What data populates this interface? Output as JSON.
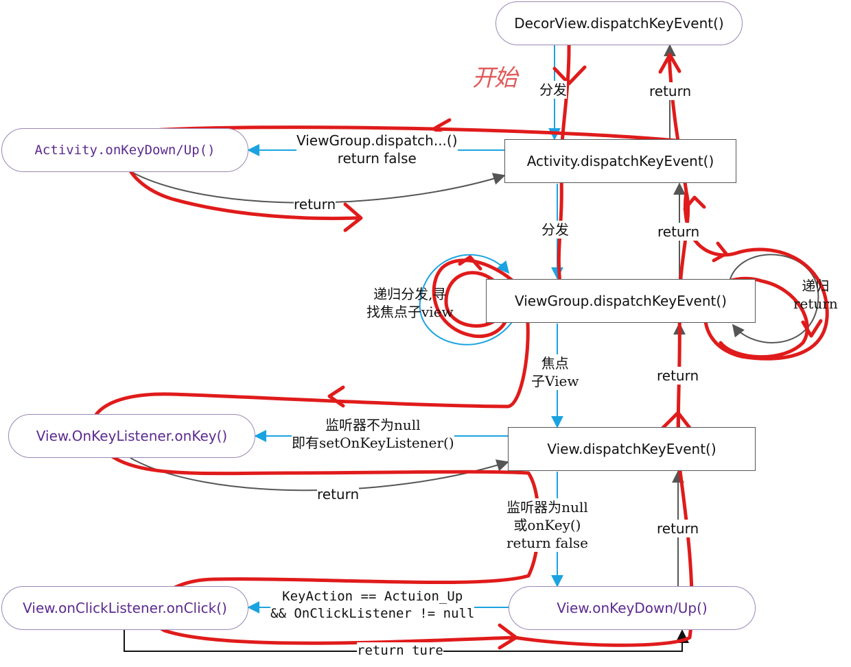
{
  "nodes": {
    "decor_view": "DecorView.dispatchKeyEvent()",
    "activity_dispatch": "Activity.dispatchKeyEvent()",
    "activity_onkey": "Activity.onKeyDown/Up()",
    "viewgroup_dispatch": "ViewGroup.dispatchKeyEvent()",
    "view_dispatch": "View.dispatchKeyEvent()",
    "onkey_listener": "View.OnKeyListener.onKey()",
    "view_onkey": "View.onKeyDown/Up()",
    "onclick_listener": "View.onClickListener.onClick()"
  },
  "labels": {
    "handwritten_start": "开始",
    "dispatch_1": "分发",
    "return_decor": "return",
    "viewgroup_false_1": "ViewGroup.dispatch...()",
    "viewgroup_false_2": "return false",
    "return_activity_onkey": "return",
    "dispatch_2": "分发",
    "return_activity": "return",
    "recursive_dispatch_1": "递归分发,寻",
    "recursive_dispatch_2": "找焦点子view",
    "recursive_return_1": "递归",
    "recursive_return_2": "return",
    "focused_child_1": "焦点",
    "focused_child_2": "子View",
    "return_viewgroup": "return",
    "listener_not_null_1": "监听器不为null",
    "listener_not_null_2": "即有setOnKeyListener()",
    "return_onkey_listener": "return",
    "listener_null_1": "监听器为null",
    "listener_null_2": "或onKey()",
    "listener_null_3": "return false",
    "return_view_onkey": "return",
    "click_condition_1": "KeyAction == Actuion_Up",
    "click_condition_2": "&& OnClickListener != null",
    "return_true": "return ture"
  },
  "colors": {
    "flow_arrow": "#1aa3e0",
    "return_arrow": "#555555",
    "hand_path": "#e01b1b",
    "node_text_purple": "#5b2a8e"
  }
}
